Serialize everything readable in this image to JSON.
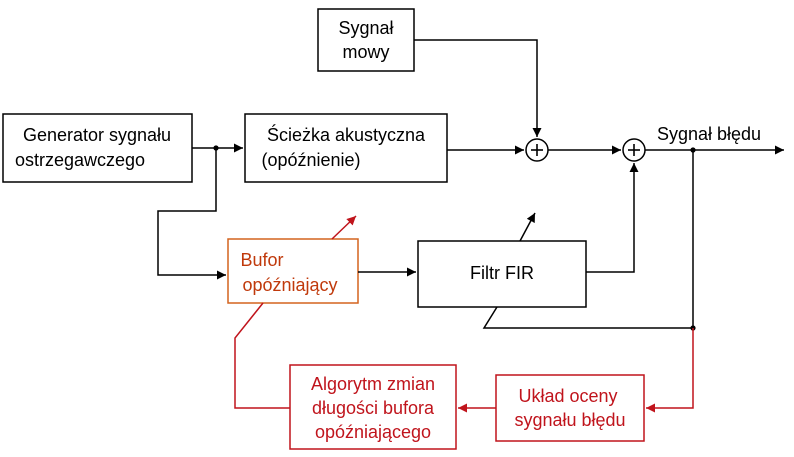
{
  "blocks": {
    "speech_signal": {
      "line1": "Sygnał",
      "line2": "mowy"
    },
    "warning_generator": {
      "line1": "Generator sygnału",
      "line2": "ostrzegawczego"
    },
    "acoustic_path": {
      "line1": "Ścieżka akustyczna",
      "line2": "(opóźnienie)"
    },
    "delay_buffer": {
      "line1": "Bufor",
      "line2": "opóźniający"
    },
    "fir_filter": {
      "label": "Filtr FIR"
    },
    "buffer_length_algorithm": {
      "line1": "Algorytm zmian",
      "line2": "długości bufora",
      "line3": "opóźniającego"
    },
    "error_evaluation": {
      "line1": "Układ oceny",
      "line2": "sygnału błędu"
    }
  },
  "signals": {
    "error_signal": "Sygnał błędu"
  },
  "colors": {
    "black": "#000000",
    "orange": "#c0390b",
    "red": "#c0141c"
  }
}
